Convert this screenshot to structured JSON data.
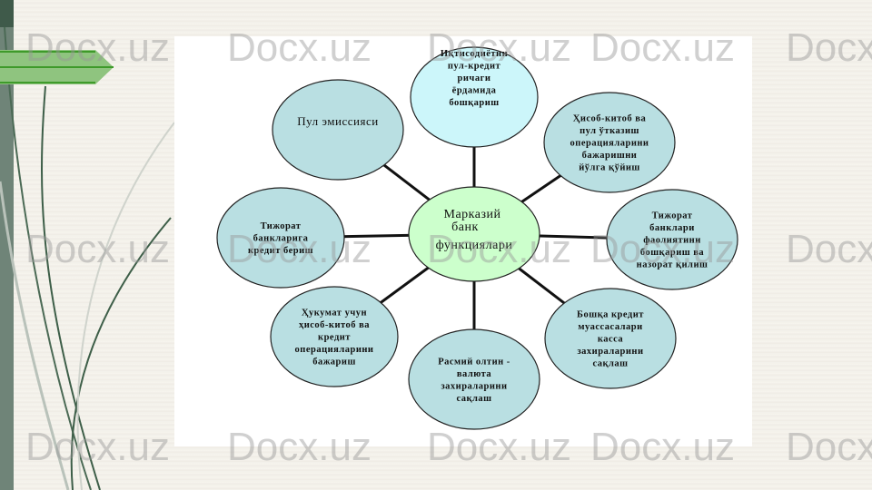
{
  "watermark": "Docx.uz",
  "colors": {
    "center_fill": "#ccffcc",
    "top_fill": "#ccf6fa",
    "node_fill": "#b9dfe2",
    "line": "#111111"
  },
  "center": {
    "lines": [
      "Марказий",
      "банк",
      "функциялари"
    ]
  },
  "nodes": [
    {
      "id": "top",
      "lines": [
        "Иқтисодиётни",
        "пул-кредит",
        "ричаги",
        "ёрдамида",
        "бошқариш"
      ]
    },
    {
      "id": "top-right",
      "lines": [
        "Ҳисоб-китоб ва",
        "пул ўтказиш",
        "операцияларини",
        "бажаришни",
        "йўлга қўйиш"
      ]
    },
    {
      "id": "right",
      "lines": [
        "Тижорат",
        "банклари",
        "фаолиятини",
        "бошқариш ва",
        "назорат қилиш"
      ]
    },
    {
      "id": "bottom-right",
      "lines": [
        "Бошқа кредит",
        "муассасалари",
        "касса",
        "захираларини",
        "сақлаш"
      ]
    },
    {
      "id": "bottom",
      "lines": [
        "Расмий олтин -",
        "валюта",
        "захираларини",
        "сақлаш"
      ]
    },
    {
      "id": "bottom-left",
      "lines": [
        "Ҳукумат учун",
        "ҳисоб-китоб ва",
        "кредит",
        "операцияларини",
        "бажариш"
      ]
    },
    {
      "id": "left",
      "lines": [
        "Тижорат",
        "банкларига",
        "кредит бериш"
      ]
    },
    {
      "id": "top-left",
      "lines": [
        "Пул эмиссияси"
      ]
    }
  ]
}
